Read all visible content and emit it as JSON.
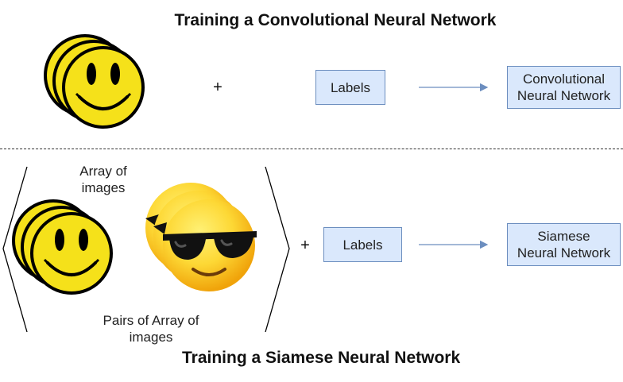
{
  "cnn_section": {
    "title": "Training a Convolutional Neural Network",
    "plus": "+",
    "labels_box": "Labels",
    "network_box_line1": "Convolutional",
    "network_box_line2": "Neural Network",
    "smiley_icon": "smiley-face-stack-icon"
  },
  "siamese_section": {
    "array_caption_line1": "Array of",
    "array_caption_line2": "images",
    "pairs_caption_line1": "Pairs of Array of",
    "pairs_caption_line2": "images",
    "plus": "+",
    "labels_box": "Labels",
    "network_box_line1": "Siamese",
    "network_box_line2": "Neural Network",
    "title": "Training a Siamese Neural Network",
    "smiley_icon": "smiley-face-stack-icon",
    "sunglasses_icon": "sunglasses-emoji-stack-icon"
  },
  "colors": {
    "box_fill": "#dae8fc",
    "box_border": "#6c8ebf",
    "arrow": "#6c8ebf",
    "smiley_yellow": "#f5e11a",
    "emoji_yellow": "#fbc02d"
  }
}
